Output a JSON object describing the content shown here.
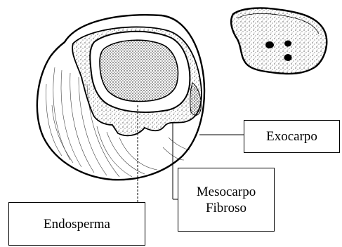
{
  "labels": {
    "exocarp": "Exocarpo",
    "mesocarp_line1": "Mesocarpo",
    "mesocarp_line2": "Fibroso",
    "endosperm": "Endosperma"
  },
  "colors": {
    "ink": "#000000",
    "background": "#ffffff"
  },
  "illustration": {
    "subject": "coconut-cross-section",
    "small_object": "coconut-shell-fragment-with-three-pores"
  }
}
